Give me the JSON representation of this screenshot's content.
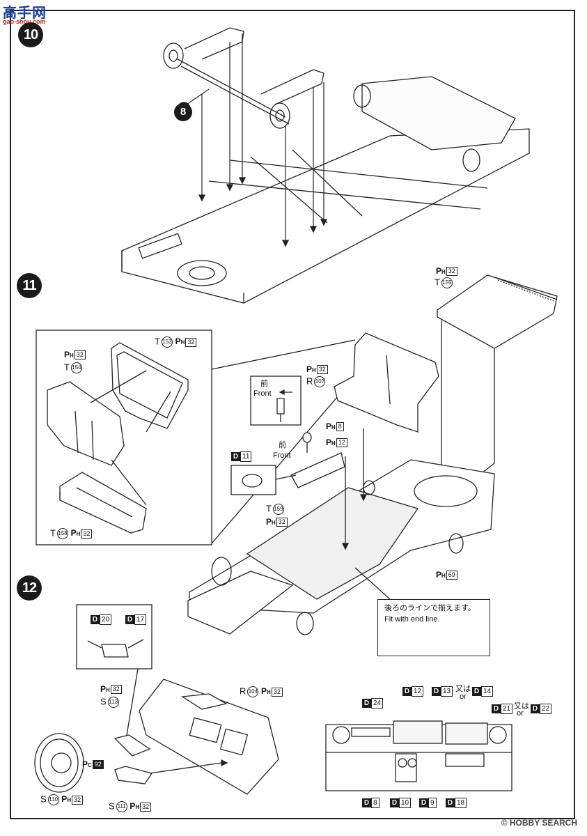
{
  "watermark": {
    "text": "高手网",
    "url": "gao-shou.com"
  },
  "footer": {
    "text": "© HOBBY SEARCH"
  },
  "steps": {
    "s10": "10",
    "s11": "11",
    "s12": "12"
  },
  "step10": {
    "part8": "8"
  },
  "step11": {
    "topright": {
      "ph": "32",
      "t": "155"
    },
    "inset_top": {
      "t": "153",
      "ph": "32"
    },
    "inset_left": {
      "ph": "32",
      "t": "154"
    },
    "inset_bottom": {
      "t": "158",
      "ph": "32"
    },
    "shift": {
      "ph": "32",
      "r": "107",
      "jp": "前",
      "en": "Front"
    },
    "front2": {
      "jp": "前",
      "en": "Front"
    },
    "d11": "11",
    "console": {
      "ph1": "8",
      "ph2": "12",
      "t": "159",
      "ph3": "32"
    },
    "floor_ph": "69",
    "note": {
      "jp": "後ろのラインで揃えます。",
      "en": "Fit with end line."
    }
  },
  "step12": {
    "d20": "20",
    "d17": "17",
    "sw_ph": "32",
    "sw_s": "113",
    "pc": "92",
    "dash": {
      "r": "104",
      "ph": "32"
    },
    "wheel": {
      "s": "110",
      "ph": "32"
    },
    "column": {
      "s": "111",
      "ph": "32"
    },
    "decals": {
      "d24": "24",
      "d12": "12",
      "d13": "13",
      "or_jp": "又は",
      "or_en": "or",
      "d14": "14",
      "d21": "21",
      "d22": "22",
      "d8": "8",
      "d10": "10",
      "d9": "9",
      "d18": "18"
    }
  },
  "colors": {
    "ink": "#1a1a1a",
    "paper": "#ffffff",
    "watermark_blue": "#1b3e9b",
    "watermark_red": "#c02020"
  }
}
